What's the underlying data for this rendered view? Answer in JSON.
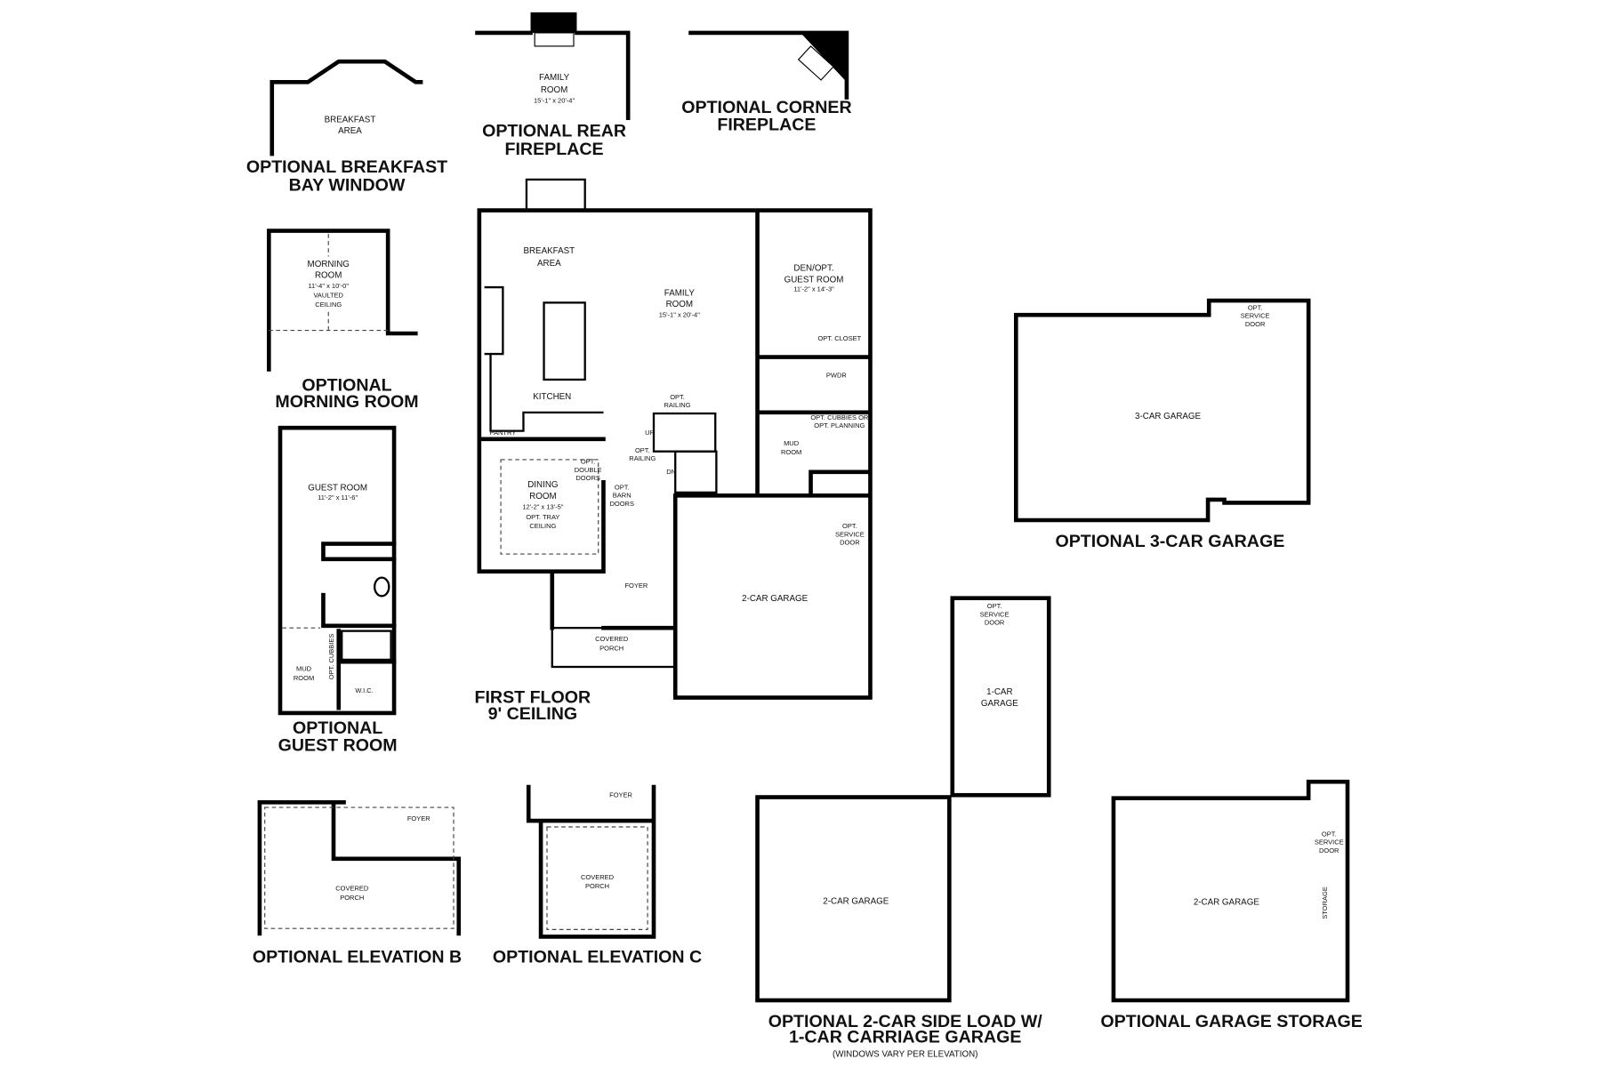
{
  "bay_window": {
    "room": [
      "BREAKFAST",
      "AREA"
    ],
    "title": [
      "OPTIONAL BREAKFAST",
      "BAY WINDOW"
    ]
  },
  "rear_fireplace": {
    "room": [
      "FAMILY",
      "ROOM",
      "15'-1\" x 20'-4\""
    ],
    "title": [
      "OPTIONAL REAR",
      "FIREPLACE"
    ]
  },
  "corner_fireplace": {
    "title": [
      "OPTIONAL CORNER",
      "FIREPLACE"
    ]
  },
  "morning_room": {
    "room": [
      "MORNING",
      "ROOM",
      "11'-4\" x 10'-0\"",
      "VAULTED",
      "CEILING"
    ],
    "title": [
      "OPTIONAL",
      "MORNING ROOM"
    ]
  },
  "guest_room": {
    "room": [
      "GUEST ROOM",
      "11'-2\" x 11'-6\""
    ],
    "mud": [
      "MUD",
      "ROOM"
    ],
    "cubbies": "OPT. CUBBIES",
    "wic": "W.I.C.",
    "title": [
      "OPTIONAL",
      "GUEST ROOM"
    ]
  },
  "first_floor": {
    "breakfast": [
      "BREAKFAST",
      "AREA"
    ],
    "family": [
      "FAMILY",
      "ROOM",
      "15'-1\" x 20'-4\""
    ],
    "den": [
      "DEN/OPT.",
      "GUEST ROOM",
      "11'-2\" x 14'-3\""
    ],
    "closet": "OPT. CLOSET",
    "pwdr": "PWDR",
    "cubbies": [
      "OPT. CUBBIES OR",
      "OPT. PLANNING"
    ],
    "kitchen": "KITCHEN",
    "pantry": "PANTRY",
    "railing_top": [
      "OPT.",
      "RAILING"
    ],
    "up": "UP",
    "railing_bottom": [
      "OPT.",
      "RAILING"
    ],
    "dn": "DN",
    "mud": [
      "MUD",
      "ROOM"
    ],
    "double_doors": [
      "OPT.",
      "DOUBLE",
      "DOORS"
    ],
    "barn_doors": [
      "OPT.",
      "BARN",
      "DOORS"
    ],
    "dining": [
      "DINING",
      "ROOM",
      "12'-2\" x 13'-5\"",
      "OPT. TRAY",
      "CEILING"
    ],
    "foyer": "FOYER",
    "porch": [
      "COVERED",
      "PORCH"
    ],
    "service_door": [
      "OPT.",
      "SERVICE",
      "DOOR"
    ],
    "garage": "2-CAR GARAGE",
    "title": [
      "FIRST FLOOR",
      "9' CEILING"
    ]
  },
  "three_car": {
    "room": "3-CAR GARAGE",
    "service_door": [
      "OPT.",
      "SERVICE",
      "DOOR"
    ],
    "title": "OPTIONAL 3-CAR GARAGE"
  },
  "side_load": {
    "one_car": [
      "1-CAR",
      "GARAGE"
    ],
    "service_door": [
      "OPT.",
      "SERVICE",
      "DOOR"
    ],
    "two_car": "2-CAR GARAGE",
    "title": [
      "OPTIONAL 2-CAR SIDE LOAD W/",
      "1-CAR CARRIAGE GARAGE",
      "(WINDOWS VARY PER ELEVATION)"
    ]
  },
  "storage": {
    "room": "2-CAR GARAGE",
    "storage": "STORAGE",
    "service_door": [
      "OPT.",
      "SERVICE",
      "DOOR"
    ],
    "title": "OPTIONAL GARAGE STORAGE"
  },
  "elev_b": {
    "foyer": "FOYER",
    "porch": [
      "COVERED",
      "PORCH"
    ],
    "title": "OPTIONAL ELEVATION B"
  },
  "elev_c": {
    "foyer": "FOYER",
    "porch": [
      "COVERED",
      "PORCH"
    ],
    "title": "OPTIONAL ELEVATION C"
  }
}
